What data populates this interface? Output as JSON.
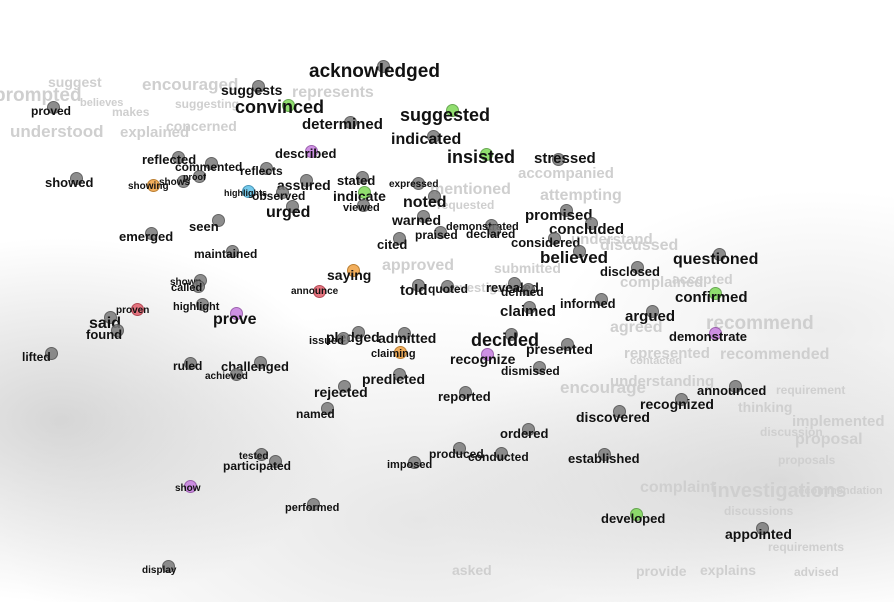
{
  "background_words": [
    "prompted",
    "suggest",
    "encouraged",
    "represents",
    "believes",
    "suggesting",
    "makes",
    "understood",
    "explained",
    "concerned",
    "accompanied",
    "attempting",
    "mentioned",
    "requested",
    "understand",
    "discussed",
    "complained",
    "accepted",
    "recommend",
    "agreed",
    "represented",
    "recommended",
    "contacted",
    "encourage",
    "understanding",
    "thinking",
    "requirement",
    "implemented",
    "proposal",
    "proposals",
    "investigations",
    "discussions",
    "complaint",
    "provide",
    "explains",
    "advised",
    "asked",
    "approved",
    "investigating",
    "submitted",
    "discussion",
    "requirements",
    "recommendation"
  ],
  "words": [
    {
      "text": "acknowledged",
      "dot": "gray"
    },
    {
      "text": "suggests",
      "dot": "gray"
    },
    {
      "text": "convinced",
      "dot": "green"
    },
    {
      "text": "suggested",
      "dot": "green"
    },
    {
      "text": "determined",
      "dot": "gray"
    },
    {
      "text": "indicated",
      "dot": "gray"
    },
    {
      "text": "proved",
      "dot": "gray"
    },
    {
      "text": "insisted",
      "dot": "green"
    },
    {
      "text": "stressed",
      "dot": "gray"
    },
    {
      "text": "described",
      "dot": "purple"
    },
    {
      "text": "reflected",
      "dot": "gray"
    },
    {
      "text": "commented",
      "dot": "gray"
    },
    {
      "text": "reflects",
      "dot": "gray"
    },
    {
      "text": "showed",
      "dot": "gray"
    },
    {
      "text": "showing",
      "dot": "orange"
    },
    {
      "text": "shows",
      "dot": "gray"
    },
    {
      "text": "proof",
      "dot": "gray"
    },
    {
      "text": "assured",
      "dot": "gray"
    },
    {
      "text": "stated",
      "dot": "gray"
    },
    {
      "text": "expressed",
      "dot": "gray"
    },
    {
      "text": "highlights",
      "dot": "blue"
    },
    {
      "text": "observed",
      "dot": "gray"
    },
    {
      "text": "indicate",
      "dot": "green"
    },
    {
      "text": "noted",
      "dot": "gray"
    },
    {
      "text": "urged",
      "dot": "gray"
    },
    {
      "text": "viewed",
      "dot": "gray"
    },
    {
      "text": "warned",
      "dot": "gray"
    },
    {
      "text": "promised",
      "dot": "gray"
    },
    {
      "text": "seen",
      "dot": "gray"
    },
    {
      "text": "emerged",
      "dot": "gray"
    },
    {
      "text": "demonstrated",
      "dot": "gray"
    },
    {
      "text": "praised",
      "dot": "gray"
    },
    {
      "text": "declared",
      "dot": "gray"
    },
    {
      "text": "concluded",
      "dot": "gray"
    },
    {
      "text": "cited",
      "dot": "gray"
    },
    {
      "text": "considered",
      "dot": "gray"
    },
    {
      "text": "maintained",
      "dot": "gray"
    },
    {
      "text": "believed",
      "dot": "gray"
    },
    {
      "text": "questioned",
      "dot": "gray"
    },
    {
      "text": "disclosed",
      "dot": "gray"
    },
    {
      "text": "saying",
      "dot": "orange"
    },
    {
      "text": "shown",
      "dot": "gray"
    },
    {
      "text": "called",
      "dot": "gray"
    },
    {
      "text": "announce",
      "dot": "red"
    },
    {
      "text": "told",
      "dot": "gray"
    },
    {
      "text": "quoted",
      "dot": "gray"
    },
    {
      "text": "revealed",
      "dot": "gray"
    },
    {
      "text": "defined",
      "dot": "gray"
    },
    {
      "text": "confirmed",
      "dot": "green"
    },
    {
      "text": "highlight",
      "dot": "gray"
    },
    {
      "text": "proven",
      "dot": "red"
    },
    {
      "text": "informed",
      "dot": "gray"
    },
    {
      "text": "claimed",
      "dot": "gray"
    },
    {
      "text": "said",
      "dot": "gray"
    },
    {
      "text": "prove",
      "dot": "purple"
    },
    {
      "text": "argued",
      "dot": "gray"
    },
    {
      "text": "found",
      "dot": "gray"
    },
    {
      "text": "pledged",
      "dot": "gray"
    },
    {
      "text": "admitted",
      "dot": "gray"
    },
    {
      "text": "issued",
      "dot": "gray"
    },
    {
      "text": "decided",
      "dot": "gray"
    },
    {
      "text": "demonstrate",
      "dot": "purple"
    },
    {
      "text": "presented",
      "dot": "gray"
    },
    {
      "text": "claiming",
      "dot": "orange"
    },
    {
      "text": "recognize",
      "dot": "purple"
    },
    {
      "text": "lifted",
      "dot": "gray"
    },
    {
      "text": "ruled",
      "dot": "gray"
    },
    {
      "text": "challenged",
      "dot": "gray"
    },
    {
      "text": "dismissed",
      "dot": "gray"
    },
    {
      "text": "achieved",
      "dot": "gray"
    },
    {
      "text": "predicted",
      "dot": "gray"
    },
    {
      "text": "announced",
      "dot": "gray"
    },
    {
      "text": "rejected",
      "dot": "gray"
    },
    {
      "text": "reported",
      "dot": "gray"
    },
    {
      "text": "recognized",
      "dot": "gray"
    },
    {
      "text": "named",
      "dot": "gray"
    },
    {
      "text": "discovered",
      "dot": "gray"
    },
    {
      "text": "ordered",
      "dot": "gray"
    },
    {
      "text": "produced",
      "dot": "gray"
    },
    {
      "text": "conducted",
      "dot": "gray"
    },
    {
      "text": "established",
      "dot": "gray"
    },
    {
      "text": "tested",
      "dot": "gray"
    },
    {
      "text": "participated",
      "dot": "gray"
    },
    {
      "text": "imposed",
      "dot": "gray"
    },
    {
      "text": "show",
      "dot": "purple"
    },
    {
      "text": "performed",
      "dot": "gray"
    },
    {
      "text": "developed",
      "dot": "green"
    },
    {
      "text": "appointed",
      "dot": "gray"
    },
    {
      "text": "display",
      "dot": "gray"
    }
  ]
}
